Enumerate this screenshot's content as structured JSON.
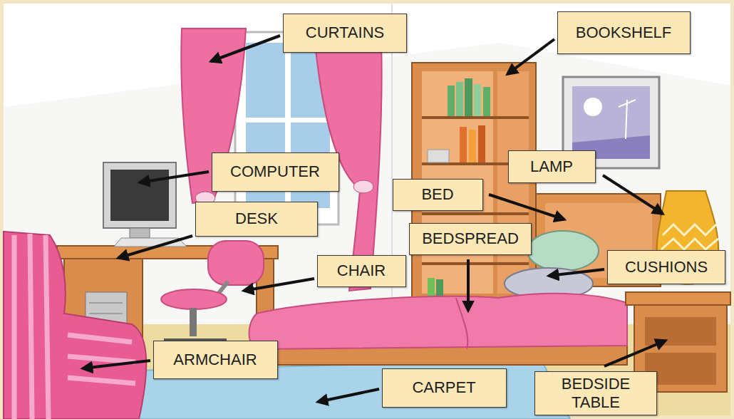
{
  "diagram": {
    "nodes": [
      {
        "text": [
          "CURTAINS"
        ]
      },
      {
        "text": [
          "BOOKSHELF"
        ]
      },
      {
        "text": [
          "COMPUTER"
        ]
      },
      {
        "text": [
          "LAMP"
        ]
      },
      {
        "text": [
          "BED"
        ]
      },
      {
        "text": [
          "DESK"
        ]
      },
      {
        "text": [
          "BEDSPREAD"
        ]
      },
      {
        "text": [
          "CHAIR"
        ]
      },
      {
        "text": [
          "CUSHIONS"
        ]
      },
      {
        "text": [
          "ARMCHAIR"
        ]
      },
      {
        "text": [
          "CARPET"
        ]
      },
      {
        "text": [
          "BEDSIDE TABLE"
        ]
      }
    ]
  }
}
